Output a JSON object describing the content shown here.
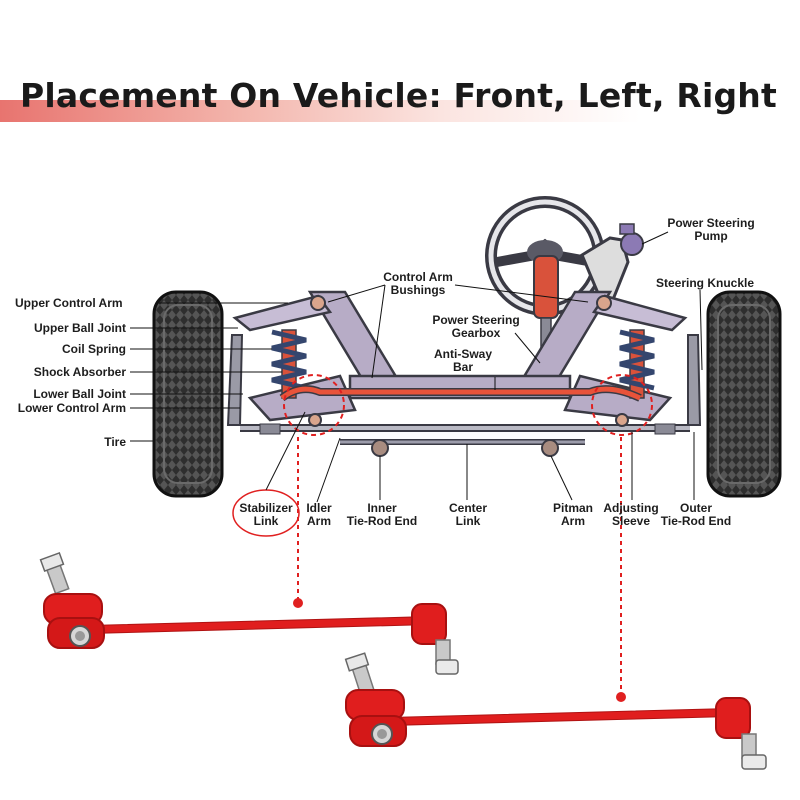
{
  "title": "Placement On Vehicle: Front, Left, Right",
  "labels": {
    "upper_control_arm": "Upper Control Arm",
    "upper_ball_joint": "Upper Ball Joint",
    "coil_spring": "Coil Spring",
    "shock_absorber": "Shock Absorber",
    "lower_ball_joint": "Lower Ball Joint",
    "lower_control_arm": "Lower Control Arm",
    "tire": "Tire",
    "control_arm_bushings": "Control Arm\nBushings",
    "power_steering_pump": "Power Steering\nPump",
    "steering_knuckle": "Steering Knuckle",
    "power_steering_gearbox": "Power Steering\nGearbox",
    "anti_sway_bar": "Anti-Sway\nBar",
    "stabilizer_link": "Stabilizer\nLink",
    "idler_arm": "Idler\nArm",
    "inner_tie_rod_end": "Inner\nTie-Rod End",
    "center_link": "Center\nLink",
    "pitman_arm": "Pitman\nArm",
    "adjusting_sleeve": "Adjusting\nSleeve",
    "outer_tie_rod_end": "Outer\nTie-Rod End"
  },
  "colors": {
    "accent": "#e02020",
    "frame": "#b7acc6",
    "outline": "#3a3a44",
    "product_red": "#e01e1e"
  }
}
